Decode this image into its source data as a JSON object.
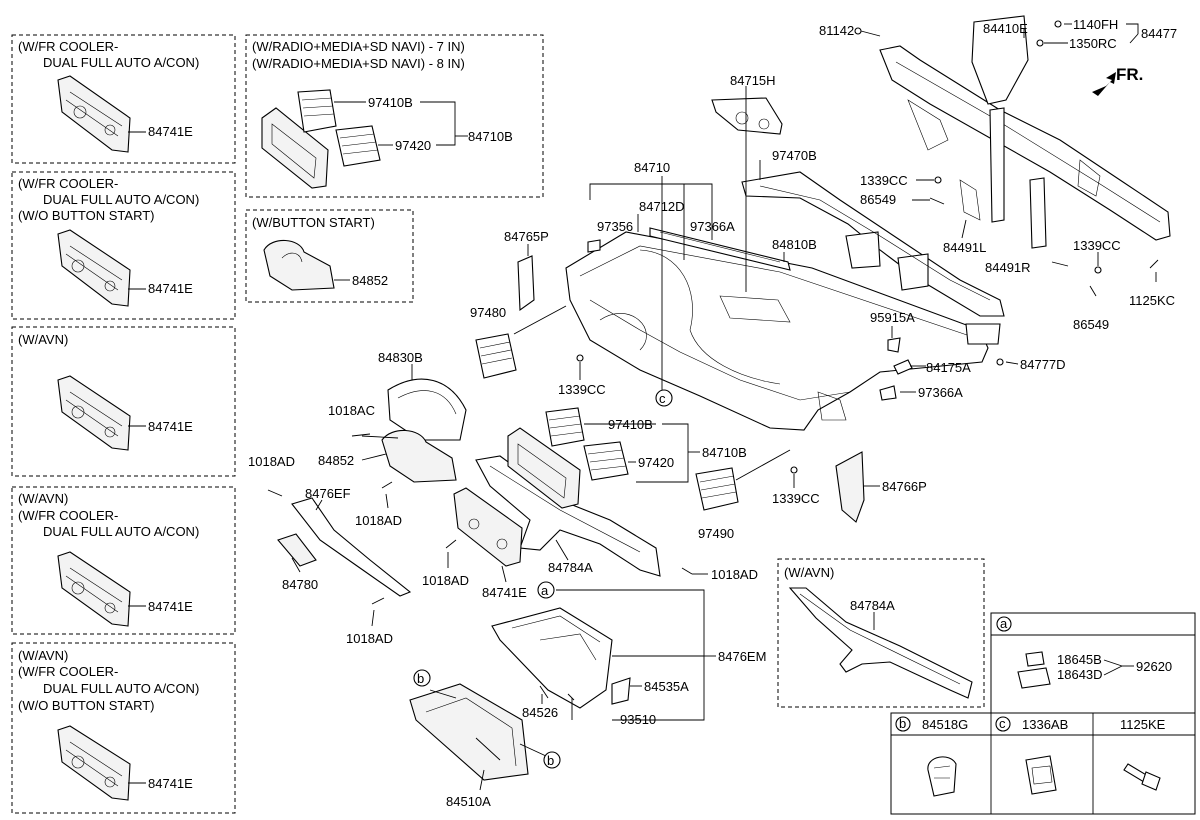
{
  "direction": {
    "fr": "FR."
  },
  "boxes": {
    "box1_line1": "(W/FR COOLER-",
    "box1_line2": "DUAL FULL AUTO A/CON)",
    "box2_line1": "(W/FR COOLER-",
    "box2_line2": "DUAL FULL AUTO A/CON)",
    "box2_line3": "(W/O BUTTON START)",
    "box3_line1": "(W/AVN)",
    "box4_line1": "(W/AVN)",
    "box4_line2": "(W/FR COOLER-",
    "box4_line3": "DUAL FULL AUTO A/CON)",
    "box5_line1": "(W/AVN)",
    "box5_line2": "(W/FR COOLER-",
    "box5_line3": "DUAL FULL AUTO A/CON)",
    "box5_line4": "(W/O BUTTON START)",
    "radio_line1": "(W/RADIO+MEDIA+SD NAVI) - 7 IN)",
    "radio_line2": "(W/RADIO+MEDIA+SD NAVI) - 8 IN)",
    "button_start": "(W/BUTTON START)",
    "avn_panel": "(W/AVN)"
  },
  "labels": {
    "p84741E_1": "84741E",
    "p84741E_2": "84741E",
    "p84741E_3": "84741E",
    "p84741E_4": "84741E",
    "p84741E_5": "84741E",
    "p84741E_6": "84741E",
    "p97410B_1": "97410B",
    "p97420_1": "97420",
    "p84710B_1": "84710B",
    "p84852_1": "84852",
    "p84715H": "84715H",
    "p84710": "84710",
    "p97356": "97356",
    "p84712D": "84712D",
    "p97366A_1": "97366A",
    "p84765P": "84765P",
    "p97480": "97480",
    "p1339CC_1": "1339CC",
    "p84810B": "84810B",
    "p97470B": "97470B",
    "p81142": "81142",
    "p84410E": "84410E",
    "p1140FH": "1140FH",
    "p1350RC": "1350RC",
    "p84477": "84477",
    "p1339CC_2": "1339CC",
    "p86549_1": "86549",
    "p84491L": "84491L",
    "p84491R": "84491R",
    "p1339CC_3": "1339CC",
    "p86549_2": "86549",
    "p1125KC": "1125KC",
    "p95915A": "95915A",
    "p84175A": "84175A",
    "p84777D": "84777D",
    "p97366A_2": "97366A",
    "p84830B": "84830B",
    "p1018AC": "1018AC",
    "p84852_2": "84852",
    "p1018AD_1": "1018AD",
    "p8476EF": "8476EF",
    "p1018AD_2": "1018AD",
    "p84780": "84780",
    "p1018AD_3": "1018AD",
    "p1018AD_4": "1018AD",
    "p97410B_2": "97410B",
    "p97420_2": "97420",
    "p84710B_2": "84710B",
    "p1339CC_4": "1339CC",
    "p84766P": "84766P",
    "p97490": "97490",
    "p84784A_1": "84784A",
    "p1018AD_5": "1018AD",
    "p84784A_2": "84784A",
    "p8476EM": "8476EM",
    "p84535A": "84535A",
    "p84526": "84526",
    "p93510": "93510",
    "p84510A": "84510A",
    "p18645B": "18645B",
    "p18643D": "18643D",
    "p92620": "92620",
    "p84518G": "84518G",
    "p1336AB": "1336AB",
    "p1125KE": "1125KE"
  },
  "callouts": {
    "a": "a",
    "b": "b",
    "c": "c"
  }
}
